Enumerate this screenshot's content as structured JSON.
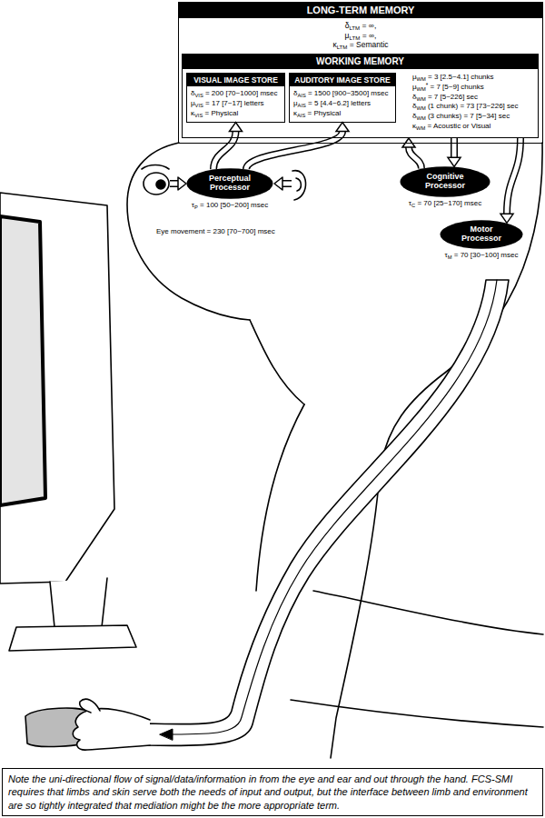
{
  "diagram": {
    "caption": "Note the uni-directional flow of signal/data/information in from the eye and ear and out through the hand. FCS-SMI requires that limbs and skin serve both the needs of input and output, but the interface between limb and environment are so tightly integrated that mediation might be the more appropriate term.",
    "nodes": [
      {
        "text": [
          "LONG-TERM MEMORY",
          "δLTM = ∞,",
          "μLTM = ∞,",
          "κLTM = Semantic"
        ]
      },
      {
        "text": [
          "WORKING MEMORY",
          "μWM = 3 [2.5~4.1] chunks",
          "μWM* = 7 [5~9] chunks",
          "δWM = 7 [5~226] sec",
          "δWM (1 chunk) = 73 [73~226] sec",
          "δWM (3 chunks) = 7 [5~34] sec",
          "κWM = Acoustic or Visual"
        ],
        "in": 0
      },
      {
        "text": [
          "VISUAL IMAGE STORE",
          "δVIS = 200 [70~1000] msec",
          "μVIS = 17 [7~17] letters",
          "κVIS = Physical"
        ],
        "in": 1
      },
      {
        "text": [
          "AUDITORY IMAGE STORE",
          "δAIS = 1500 [900~3500] msec",
          "μAIS = 5 [4.4~6.2] letters",
          "κAIS = Physical"
        ],
        "in": 1
      },
      {
        "text": [
          "Perceptual Processor",
          "τP = 100 [50~200] msec"
        ]
      },
      {
        "text": [
          "Cognitive Processor",
          "τC = 70 [25~170] msec"
        ]
      },
      {
        "text": [
          "Motor Processor",
          "τM = 70 [30~100] msec"
        ]
      }
    ],
    "edges": [
      {
        "from": 4,
        "to": 2,
        "arrow": "to"
      },
      {
        "from": 4,
        "to": 3,
        "arrow": "to"
      },
      {
        "from": 5,
        "to": 1,
        "arrow": "to"
      },
      {
        "from": 1,
        "to": 5,
        "arrow": "to"
      },
      {
        "from": 1,
        "to": 6,
        "arrow": "to"
      }
    ],
    "labels": [
      "Eye movement = 230 [70~700] msec"
    ]
  }
}
